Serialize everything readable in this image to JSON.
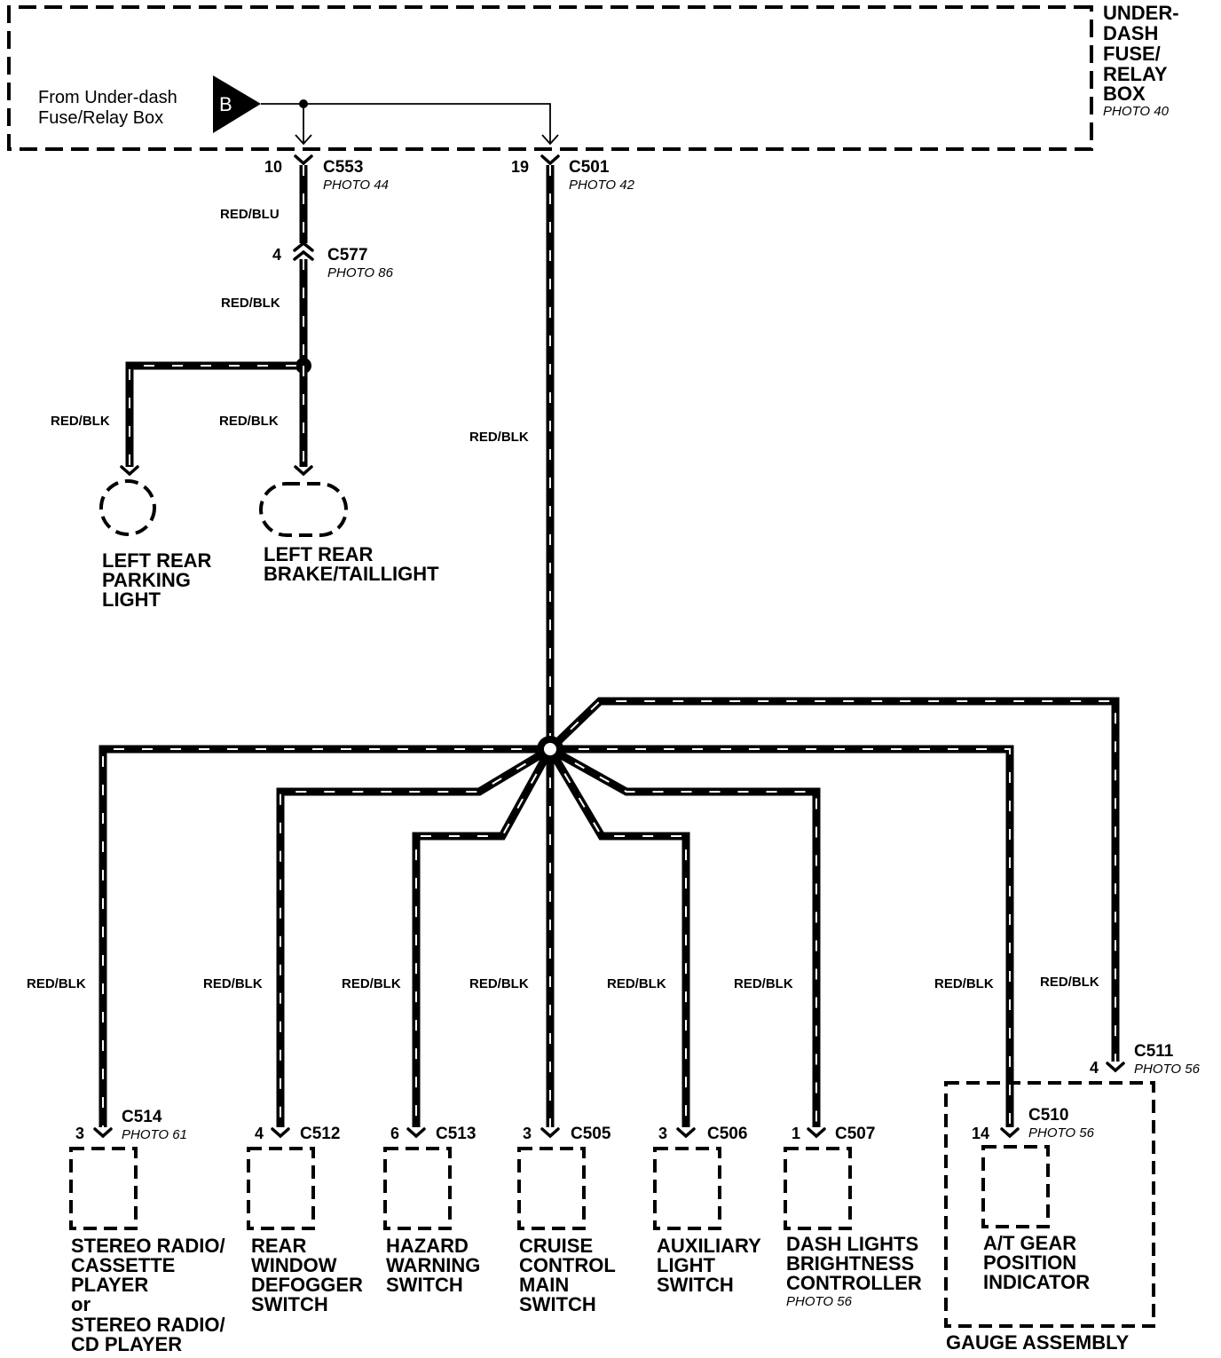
{
  "fuse_box": {
    "label_lines": [
      "UNDER-",
      "DASH",
      "FUSE/",
      "RELAY",
      "BOX"
    ],
    "photo": "PHOTO 40"
  },
  "source": {
    "lines": [
      "From Under-dash",
      "Fuse/Relay Box"
    ],
    "terminal": "B"
  },
  "connectors": {
    "c553": {
      "name": "C553",
      "pin": "10",
      "photo": "PHOTO 44"
    },
    "c501": {
      "name": "C501",
      "pin": "19",
      "photo": "PHOTO 42"
    },
    "c577": {
      "name": "C577",
      "pin": "4",
      "photo": "PHOTO 86"
    },
    "c514": {
      "name": "C514",
      "pin": "3",
      "photo": "PHOTO 61"
    },
    "c512": {
      "name": "C512",
      "pin": "4"
    },
    "c513": {
      "name": "C513",
      "pin": "6"
    },
    "c505": {
      "name": "C505",
      "pin": "3"
    },
    "c506": {
      "name": "C506",
      "pin": "3"
    },
    "c507": {
      "name": "C507",
      "pin": "1"
    },
    "c510": {
      "name": "C510",
      "pin": "14",
      "photo": "PHOTO 56"
    },
    "c511": {
      "name": "C511",
      "pin": "4",
      "photo": "PHOTO 56"
    }
  },
  "wire_colors": {
    "c553_c577": "RED/BLU",
    "c577_splice": "RED/BLK",
    "parking": "RED/BLK",
    "brake": "RED/BLK",
    "c501_main": "RED/BLK",
    "stereo": "RED/BLK",
    "defogger": "RED/BLK",
    "hazard": "RED/BLK",
    "cruise": "RED/BLK",
    "auxiliary": "RED/BLK",
    "dash": "RED/BLK",
    "at_gear": "RED/BLK",
    "gauge": "RED/BLK"
  },
  "components": {
    "parking_light": [
      "LEFT REAR",
      "PARKING",
      "LIGHT"
    ],
    "brake_light": [
      "LEFT REAR",
      "BRAKE/TAILLIGHT"
    ],
    "stereo": [
      "STEREO RADIO/",
      "CASSETTE",
      "PLAYER",
      "or",
      "STEREO RADIO/",
      "CD PLAYER"
    ],
    "defogger": [
      "REAR",
      "WINDOW",
      "DEFOGGER",
      "SWITCH"
    ],
    "hazard": [
      "HAZARD",
      "WARNING",
      "SWITCH"
    ],
    "cruise": [
      "CRUISE",
      "CONTROL",
      "MAIN",
      "SWITCH"
    ],
    "auxiliary": [
      "AUXILIARY",
      "LIGHT",
      "SWITCH"
    ],
    "dash_lights": [
      "DASH LIGHTS",
      "BRIGHTNESS",
      "CONTROLLER"
    ],
    "dash_lights_photo": "PHOTO 56",
    "at_gear": [
      "A/T GEAR",
      "POSITION",
      "INDICATOR"
    ],
    "gauge_assembly": "GAUGE ASSEMBLY"
  }
}
